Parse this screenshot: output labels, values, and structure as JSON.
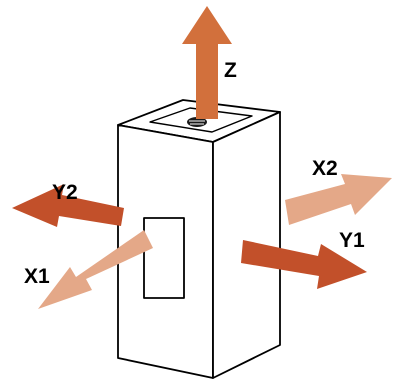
{
  "labels": {
    "z": "Z",
    "x1": "X1",
    "x2": "X2",
    "y1": "Y1",
    "y2": "Y2"
  },
  "colors": {
    "z_arrow": "#d2703c",
    "x_arrows": "#e4a888",
    "y_arrows": "#c2502a",
    "box_stroke": "#000000",
    "box_fill": "#ffffff"
  }
}
